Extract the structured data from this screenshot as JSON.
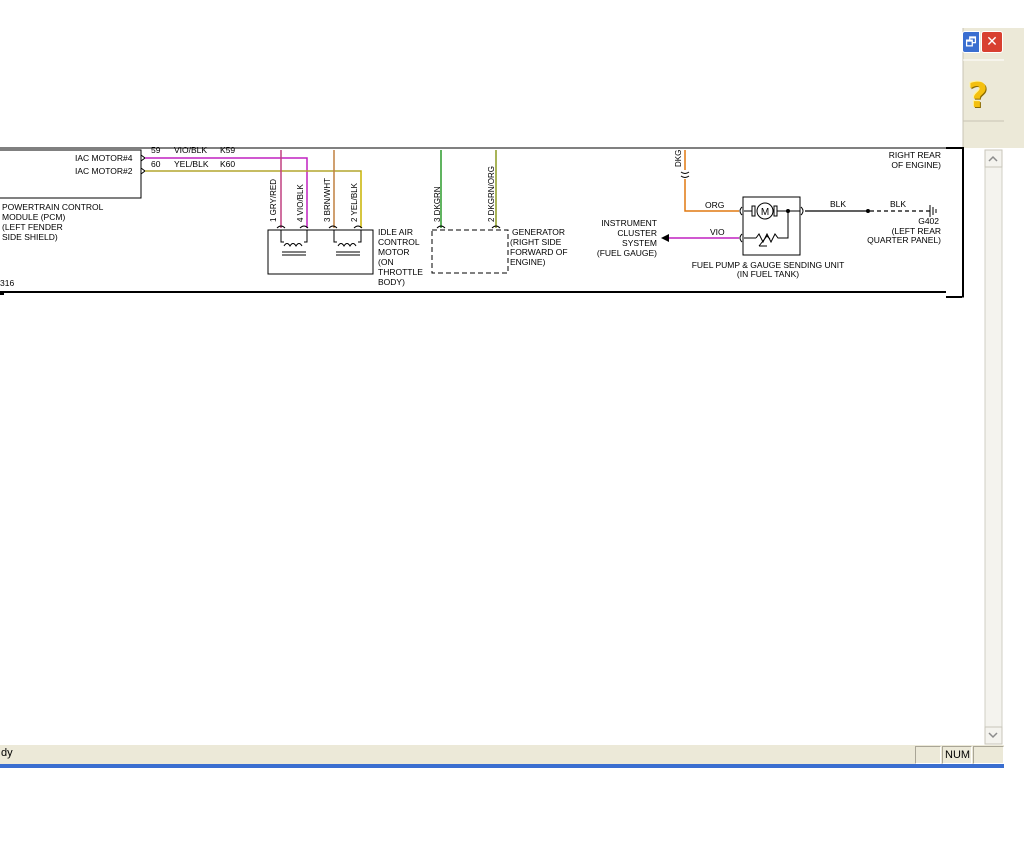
{
  "window": {
    "restore_glyph": "🗗",
    "close_glyph": "✕",
    "help_glyph": "?"
  },
  "statusbar": {
    "text": "dy",
    "num_indicator": "NUM"
  },
  "diagram": {
    "pcm": {
      "pins": [
        {
          "pin": "59",
          "color": "VIO/BLK",
          "circuit": "K59",
          "name": "IAC MOTOR#4"
        },
        {
          "pin": "60",
          "color": "YEL/BLK",
          "circuit": "K60",
          "name": "IAC MOTOR#2"
        }
      ],
      "label": [
        "POWERTRAIN CONTROL",
        "MODULE (PCM)",
        "(LEFT FENDER",
        "SIDE SHIELD)"
      ],
      "page_ref": "316"
    },
    "iac": {
      "wires": [
        "1 GRY/RED",
        "4 VIO/BLK",
        "3 BRN/WHT",
        "2 YEL/BLK"
      ],
      "label": [
        "IDLE AIR",
        "CONTROL",
        "MOTOR",
        "(ON",
        "THROTTLE",
        "BODY)"
      ]
    },
    "generator": {
      "wires": [
        "3 DKGRN",
        "2 DKGRN/ORG"
      ],
      "label": [
        "GENERATOR",
        "(RIGHT SIDE",
        "FORWARD OF",
        "ENGINE)"
      ]
    },
    "fuel": {
      "top_wire": "DKG",
      "org_wire": "ORG",
      "vio_wire": "VIO",
      "cluster_label": [
        "INSTRUMENT",
        "CLUSTER",
        "SYSTEM",
        "(FUEL GAUGE)"
      ],
      "unit_label": [
        "FUEL PUMP & GAUGE SENDING UNIT",
        "(IN FUEL TANK)"
      ],
      "motor_symbol": "M"
    },
    "ground": {
      "wire1": "BLK",
      "wire2": "BLK",
      "top_label": [
        "RIGHT REAR",
        "OF ENGINE)"
      ],
      "id": "G402",
      "label": [
        "(LEFT REAR",
        "QUARTER PANEL)"
      ]
    }
  },
  "colors": {
    "vio": "#c020c0",
    "yel": "#c8b400",
    "brn": "#c08040",
    "gry_red": "#c04080",
    "green": "#2a9a2a",
    "dkgrn_org": "#8a9a20",
    "orange": "#e07810",
    "window_close": "#d84030",
    "help_yellow": "#f4c010",
    "status_blue": "#3a6ed0"
  }
}
